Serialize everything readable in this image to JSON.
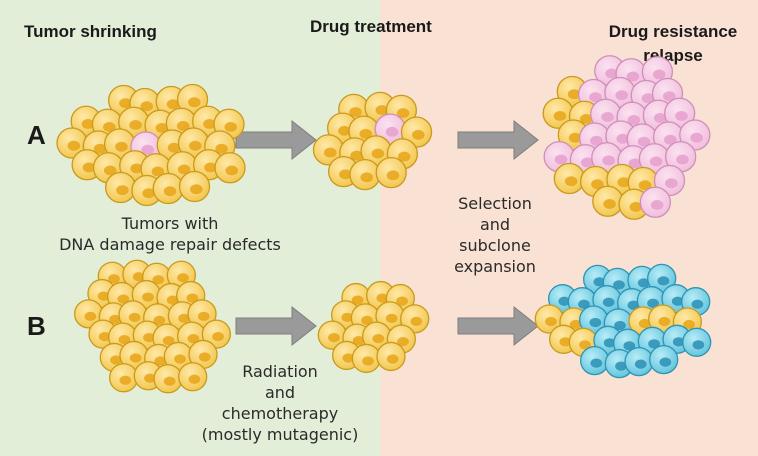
{
  "headers": {
    "left": "Tumor shrinking",
    "middle": "Drug treatment",
    "right_line1": "Drug resistance",
    "right_line2": "relapse"
  },
  "rows": {
    "a": "A",
    "b": "B"
  },
  "captions": {
    "tumors": [
      "Tumors with",
      "DNA damage repair defects"
    ],
    "selection": [
      "Selection",
      "and",
      "subclone",
      "expansion"
    ],
    "radiation": [
      "Radiation",
      "and",
      "chemotherapy",
      "(mostly mutagenic)"
    ]
  },
  "colors": {
    "panel_left": "#e3eed9",
    "panel_right": "#f9e1d4",
    "cell_yellow": "#f2c54a",
    "cell_pink": "#f0bcdc",
    "cell_blue": "#5ec3dc",
    "arrow": "#9a9a9a"
  }
}
